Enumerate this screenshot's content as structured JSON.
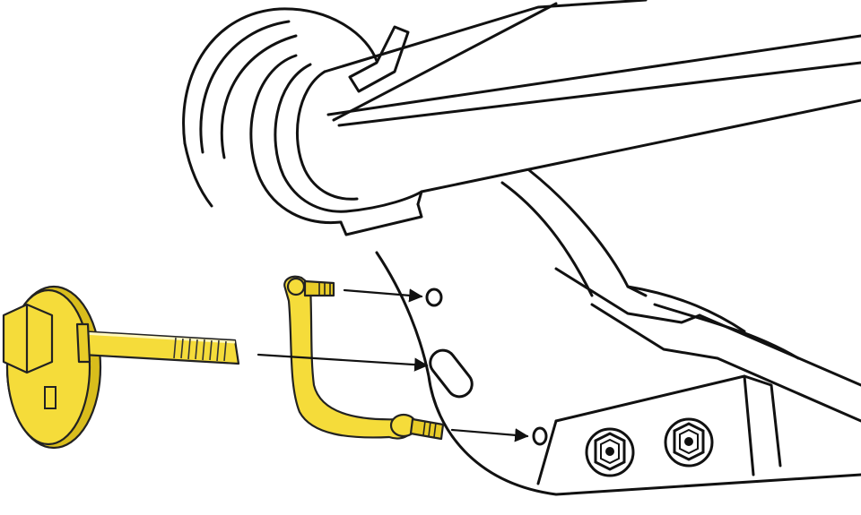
{
  "colors": {
    "background": "#ffffff",
    "line_art": "#111111",
    "highlight_part": "#f5dc3a",
    "highlight_shade": "#d9bd1c",
    "bolt_head": "#777777"
  },
  "parts": {
    "cam_bolt": {
      "icon": "cam-bolt-icon",
      "highlighted": true
    },
    "bracket_plate": {
      "icon": "bracket-plate-icon",
      "highlighted": true
    },
    "arrows": [
      "arrow-to-top-hole",
      "arrow-to-slot",
      "arrow-to-bottom-hole"
    ]
  }
}
